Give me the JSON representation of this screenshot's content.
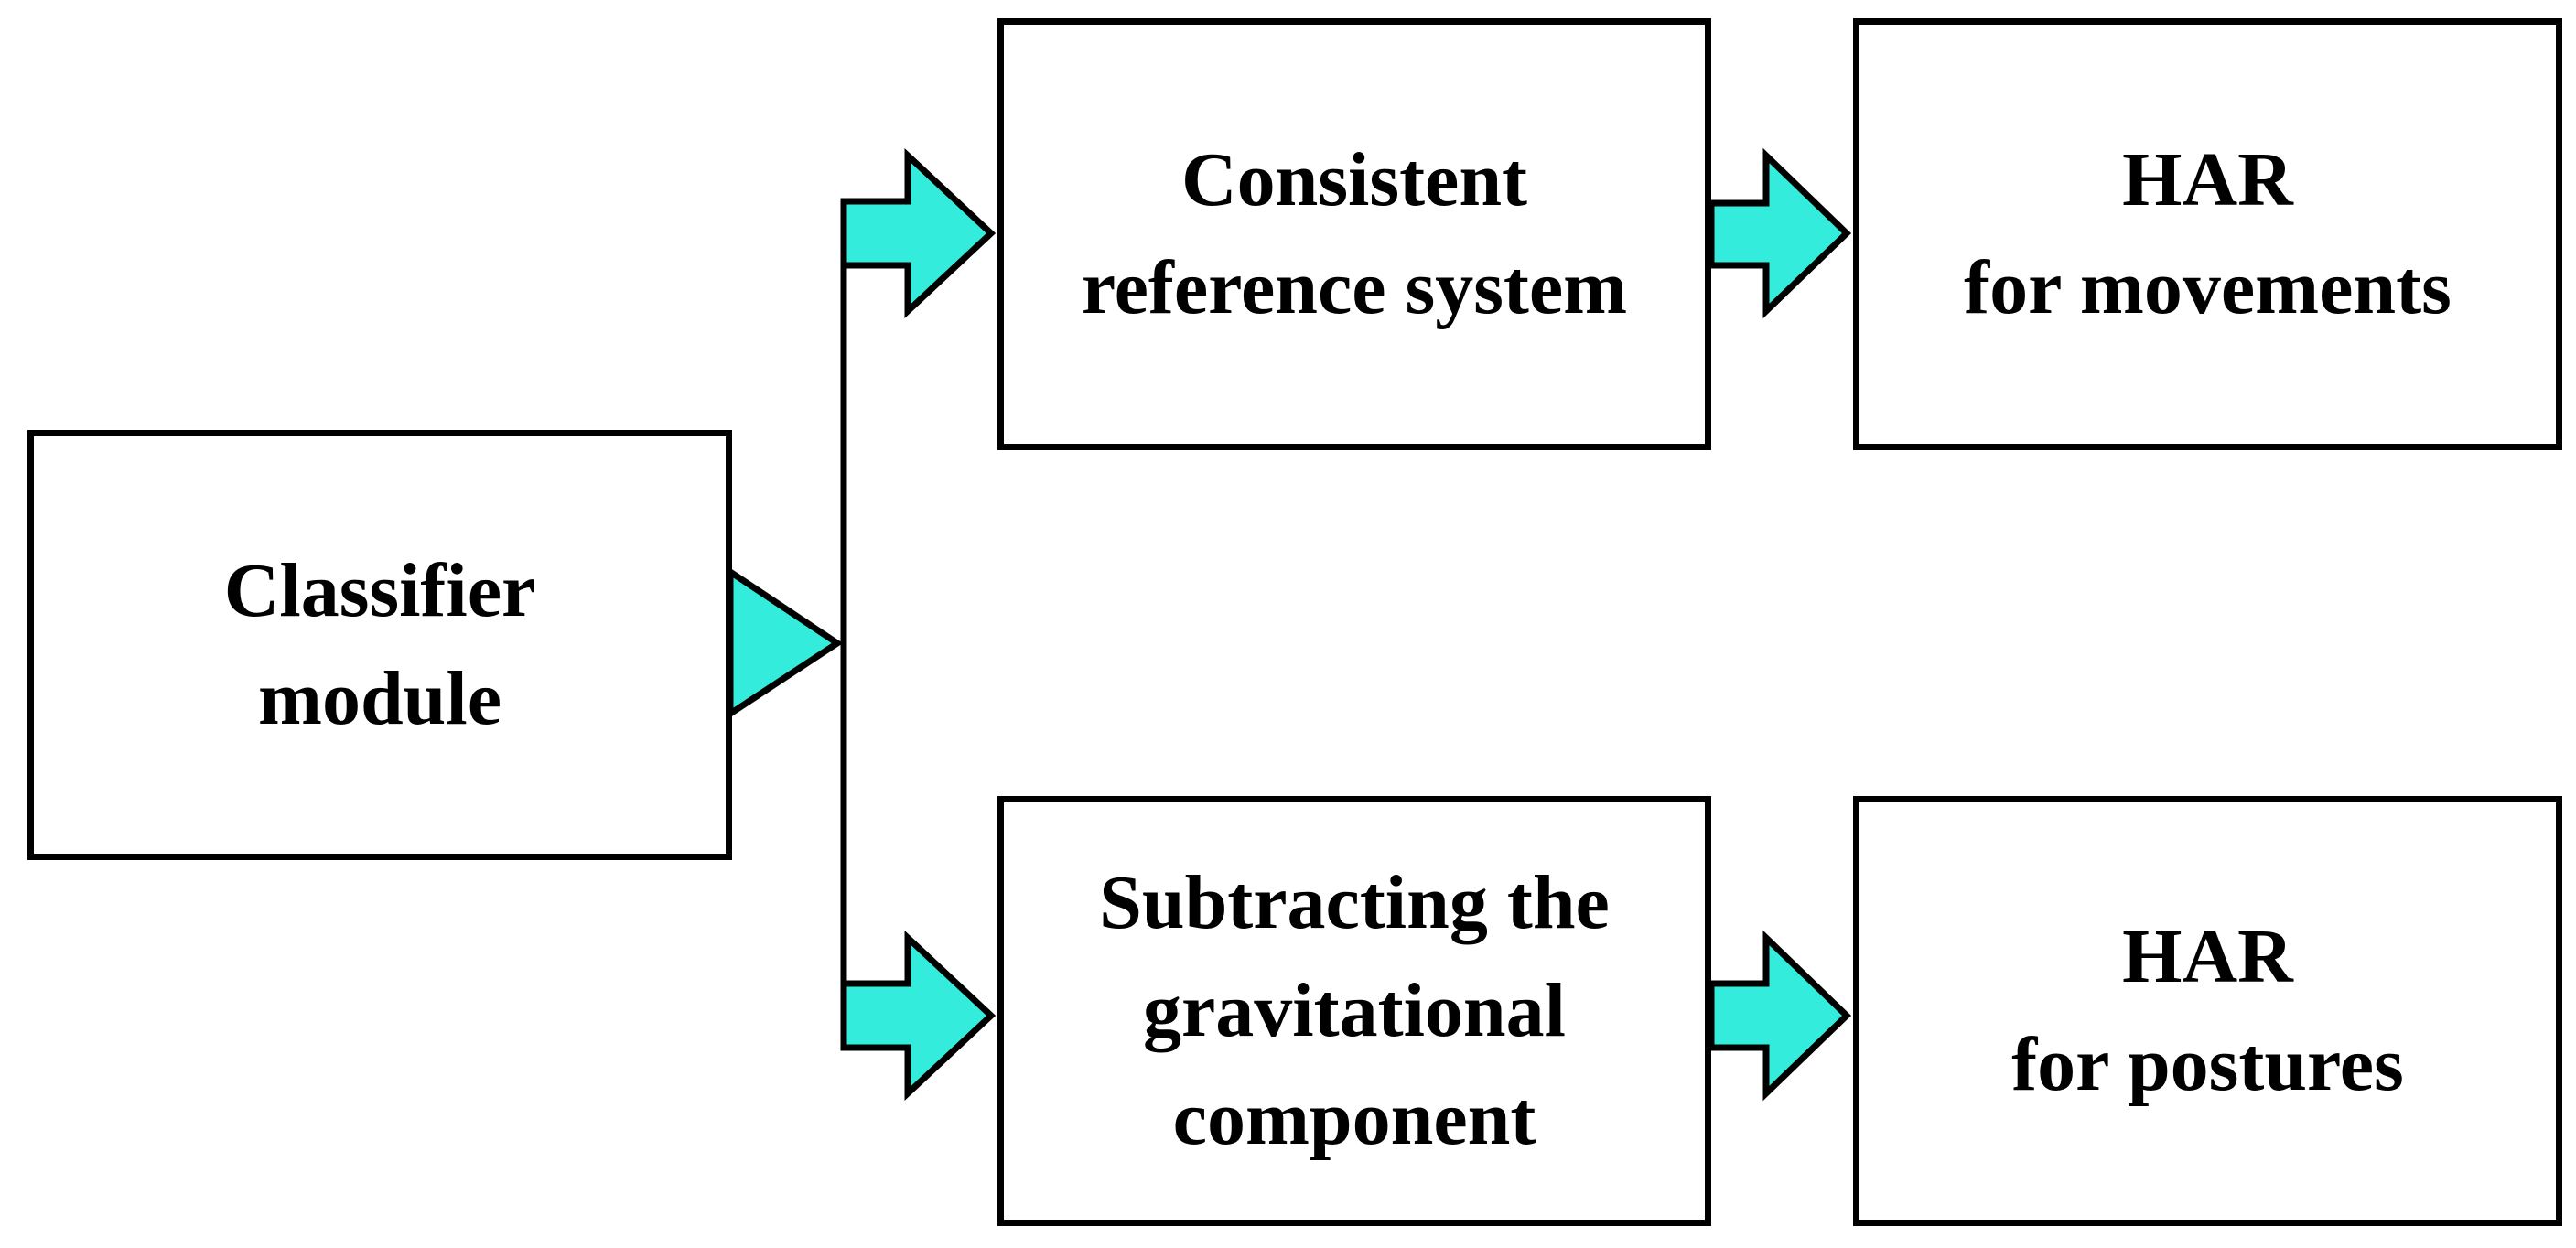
{
  "colors": {
    "arrow_fill": "#33ecdb",
    "stroke": "#000000",
    "box_fill": "#ffffff"
  },
  "nodes": {
    "classifier": {
      "lines": [
        "Classifier",
        "module"
      ]
    },
    "consistent": {
      "lines": [
        "Consistent",
        "reference system"
      ]
    },
    "har_movements": {
      "lines": [
        "HAR",
        "for movements"
      ]
    },
    "subtracting": {
      "lines": [
        "Subtracting the",
        "gravitational",
        "component"
      ]
    },
    "har_postures": {
      "lines": [
        "HAR",
        "for postures"
      ]
    }
  },
  "edges": [
    {
      "from": "classifier",
      "to": "consistent"
    },
    {
      "from": "classifier",
      "to": "subtracting"
    },
    {
      "from": "consistent",
      "to": "har_movements"
    },
    {
      "from": "subtracting",
      "to": "har_postures"
    }
  ]
}
